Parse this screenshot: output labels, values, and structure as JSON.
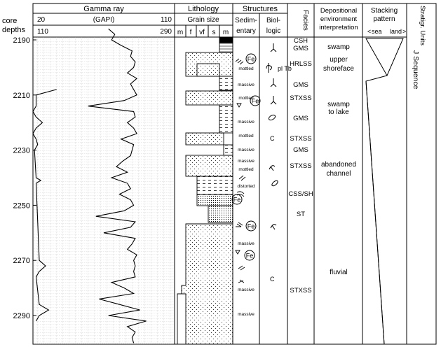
{
  "depth_axis": {
    "label_line1": "core",
    "label_line2": "depths",
    "ticks": [
      "2190",
      "2210",
      "2230",
      "2250",
      "2270",
      "2290"
    ]
  },
  "gamma": {
    "title": "Gamma ray",
    "unit": "(GAPI)",
    "scale_top_left": "20",
    "scale_top_right": "110",
    "scale_bottom_left": "110",
    "scale_bottom_right": "290"
  },
  "lithology": {
    "title": "Lithology",
    "subtitle": "Grain size",
    "grain_classes": [
      "m",
      "f",
      "vf",
      "s",
      "m"
    ]
  },
  "structures": {
    "title": "Structures",
    "sed_line1": "Sedim-",
    "sed_line2": "entary",
    "bio_line1": "Biol-",
    "bio_line2": "logic",
    "sed_labels": [
      "mottled",
      "massive",
      "mottled",
      "massive",
      "mottled",
      "massive",
      "massive",
      "mottled",
      "distorted",
      "massive",
      "massive",
      "massive"
    ],
    "bio_labels": [
      "pl Tb",
      "C",
      "C"
    ]
  },
  "facies": {
    "title": "Facies",
    "labels": [
      "CSH",
      "GMS",
      "HRLSS",
      "GMS",
      "STXSS",
      "GMS",
      "STXSS",
      "GMS",
      "STXSS",
      "CSS/SH",
      "ST",
      "STXSS"
    ]
  },
  "environment": {
    "title_line1": "Depositional",
    "title_line2": "environment",
    "title_line3": "interpretation",
    "sea": "sea",
    "land": "land",
    "labels": [
      "swamp",
      "upper",
      "shoreface",
      "swamp",
      "to lake",
      "abandoned",
      "channel",
      "fluvial"
    ]
  },
  "stacking": {
    "title_line1": "Stacking",
    "title_line2": "pattern"
  },
  "units": {
    "title": "Stratigr. Units",
    "sequence": "J Sequence"
  },
  "iron_label": "Fe",
  "chart_data": {
    "type": "line",
    "y_axis": "core depth",
    "ylim": [
      2186,
      2300
    ],
    "xlim": [
      20,
      110
    ],
    "series": [
      {
        "values_depth_gapi": [
          [
            2186,
            68
          ],
          [
            2188,
            72
          ],
          [
            2190,
            70
          ],
          [
            2192,
            76
          ],
          [
            2194,
            83
          ],
          [
            2196,
            82
          ],
          [
            2198,
            85
          ],
          [
            2200,
            84
          ],
          [
            2202,
            80
          ],
          [
            2204,
            86
          ],
          [
            2206,
            82
          ],
          [
            2208,
            84
          ],
          [
            2210,
            86
          ],
          [
            2212,
            78
          ],
          [
            2214,
            55
          ],
          [
            2216,
            84
          ],
          [
            2218,
            85
          ],
          [
            2220,
            80
          ],
          [
            2222,
            84
          ],
          [
            2224,
            86
          ],
          [
            2226,
            76
          ],
          [
            2228,
            84
          ],
          [
            2230,
            83
          ],
          [
            2232,
            82
          ],
          [
            2234,
            77
          ],
          [
            2236,
            73
          ],
          [
            2238,
            80
          ],
          [
            2240,
            70
          ],
          [
            2242,
            80
          ],
          [
            2244,
            82
          ],
          [
            2246,
            75
          ],
          [
            2248,
            82
          ],
          [
            2250,
            84
          ],
          [
            2252,
            78
          ],
          [
            2254,
            60
          ],
          [
            2256,
            85
          ],
          [
            2258,
            82
          ],
          [
            2260,
            65
          ],
          [
            2262,
            85
          ],
          [
            2264,
            83
          ],
          [
            2266,
            80
          ],
          [
            2268,
            86
          ],
          [
            2270,
            84
          ],
          [
            2272,
            85
          ],
          [
            2274,
            84
          ],
          [
            2276,
            85
          ],
          [
            2278,
            70
          ],
          [
            2280,
            78
          ],
          [
            2282,
            84
          ],
          [
            2284,
            62
          ],
          [
            2286,
            75
          ],
          [
            2288,
            88
          ],
          [
            2290,
            68
          ],
          [
            2292,
            92
          ],
          [
            2294,
            80
          ],
          [
            2296,
            85
          ],
          [
            2298,
            83
          ],
          [
            2300,
            84
          ]
        ]
      },
      {
        "values_depth_gapi": [
          [
            2208,
            35
          ],
          [
            2210,
            22
          ],
          [
            2212,
            22
          ],
          [
            2214,
            22
          ],
          [
            2216,
            20
          ],
          [
            2218,
            22
          ],
          [
            2220,
            26
          ],
          [
            2222,
            22
          ],
          [
            2224,
            20
          ],
          [
            2226,
            22
          ],
          [
            2228,
            23
          ],
          [
            2230,
            21
          ],
          [
            2240,
            22
          ],
          [
            2241,
            25
          ],
          [
            2242,
            22
          ],
          [
            2270,
            24
          ],
          [
            2272,
            28
          ],
          [
            2274,
            24
          ],
          [
            2276,
            22
          ],
          [
            2286,
            24
          ],
          [
            2288,
            30
          ],
          [
            2290,
            24
          ],
          [
            2292,
            22
          ]
        ]
      }
    ]
  }
}
